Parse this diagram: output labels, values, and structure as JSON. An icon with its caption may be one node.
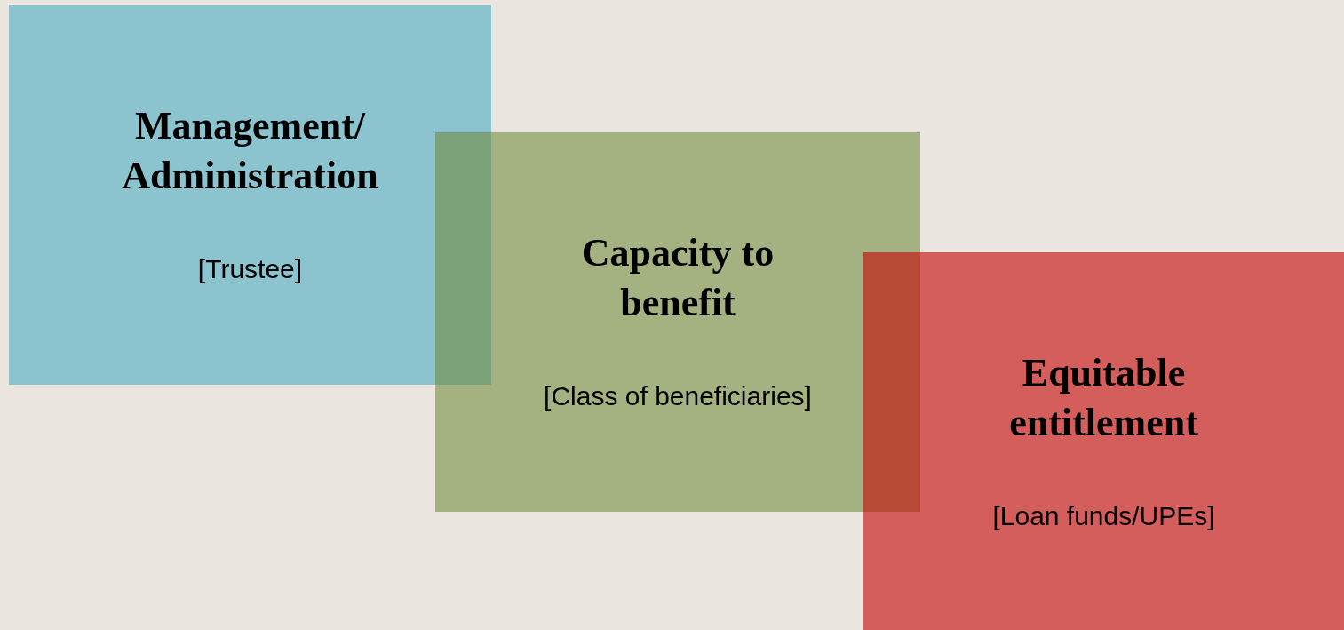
{
  "diagram": {
    "nodes": [
      {
        "text": [
          "Management/ Administration",
          "[Trustee]"
        ]
      },
      {
        "text": [
          "Capacity to benefit",
          "[Class of beneficiaries]"
        ]
      },
      {
        "text": [
          "Equitable entitlement",
          "[Loan funds/UPEs]"
        ]
      }
    ]
  }
}
